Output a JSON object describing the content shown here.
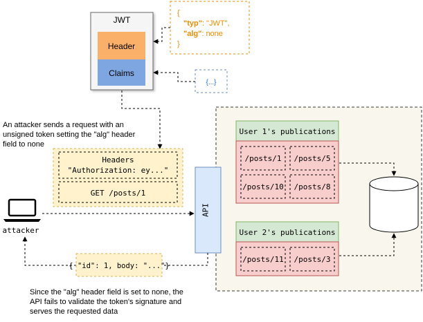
{
  "jwt": {
    "title": "JWT",
    "header_label": "Header",
    "claims_label": "Claims"
  },
  "header_json": {
    "line1": "{",
    "line2_key": "\"typ\"",
    "line2_val": ": \"JWT\",",
    "line3_key": "\"alg\"",
    "line3_val": ": none",
    "line4": "}"
  },
  "claims_json": {
    "text": "{...}"
  },
  "attacker_note": {
    "line1": "An attacker sends a request with an",
    "line2": "unsigned token setting the \"alg\" header",
    "line3": "field to none"
  },
  "request": {
    "headers_title": "Headers",
    "headers_value": "\"Authorization: ey...\"",
    "method_line": "GET /posts/1"
  },
  "attacker": {
    "label": "attacker",
    "icon": "laptop-icon"
  },
  "api": {
    "label": "API"
  },
  "response": {
    "text": "{ \"id\": 1, body: \"...\"}"
  },
  "result_note": {
    "line1": "Since the \"alg\" header field is set to none, the",
    "line2": "API fails to validate the token's signature and",
    "line3": "serves the requested data"
  },
  "user1": {
    "title": "User 1's publications",
    "posts": [
      "/posts/1",
      "/posts/5",
      "/posts/10",
      "/posts/8"
    ]
  },
  "user2": {
    "title": "User 2's publications",
    "posts": [
      "/posts/11",
      "/posts/3"
    ]
  },
  "database": {
    "icon": "database-icon"
  },
  "colors": {
    "header_fill": "#fbb06a",
    "claims_fill": "#7ea6e0",
    "orange_text": "#f08c00",
    "blue_text": "#1f6fd1",
    "yellow_fill": "#fff2cc",
    "yellow_border": "#d6b656",
    "green_fill": "#d5e8d4",
    "green_border": "#82b366",
    "red_fill": "#f8cecc",
    "red_border": "#b85450",
    "api_fill": "#dae8fc",
    "api_border": "#6c8ebf",
    "server_fill": "#f9f7ed"
  }
}
